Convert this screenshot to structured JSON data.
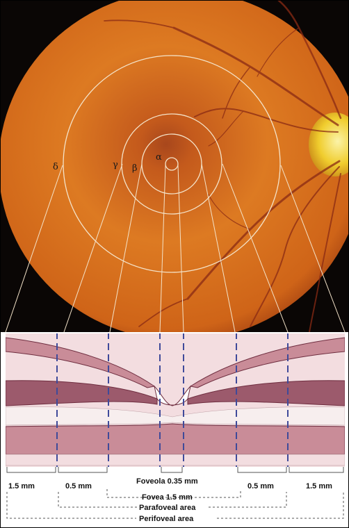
{
  "zones": {
    "delta": "δ",
    "gamma": "γ",
    "beta": "β",
    "alpha": "α"
  },
  "measurements": {
    "left_outer": "1.5 mm",
    "left_inner": "0.5 mm",
    "foveola": "Foveola 0.35 mm",
    "right_inner": "0.5 mm",
    "right_outer": "1.5 mm"
  },
  "areas": {
    "fovea": "Fovea 1.5 mm",
    "parafoveal": "Parafoveal area",
    "perifoveal": "Perifoveal area"
  },
  "colors": {
    "fundus": "#d9731f",
    "optic_disc": "#f2d23a",
    "ring": "#f4e3c9",
    "retina_pink": "#f3dde0",
    "cell_fill": "#c98c98",
    "cell_stroke": "#6e2d3f",
    "guide_dash": "#3f4a9a"
  }
}
